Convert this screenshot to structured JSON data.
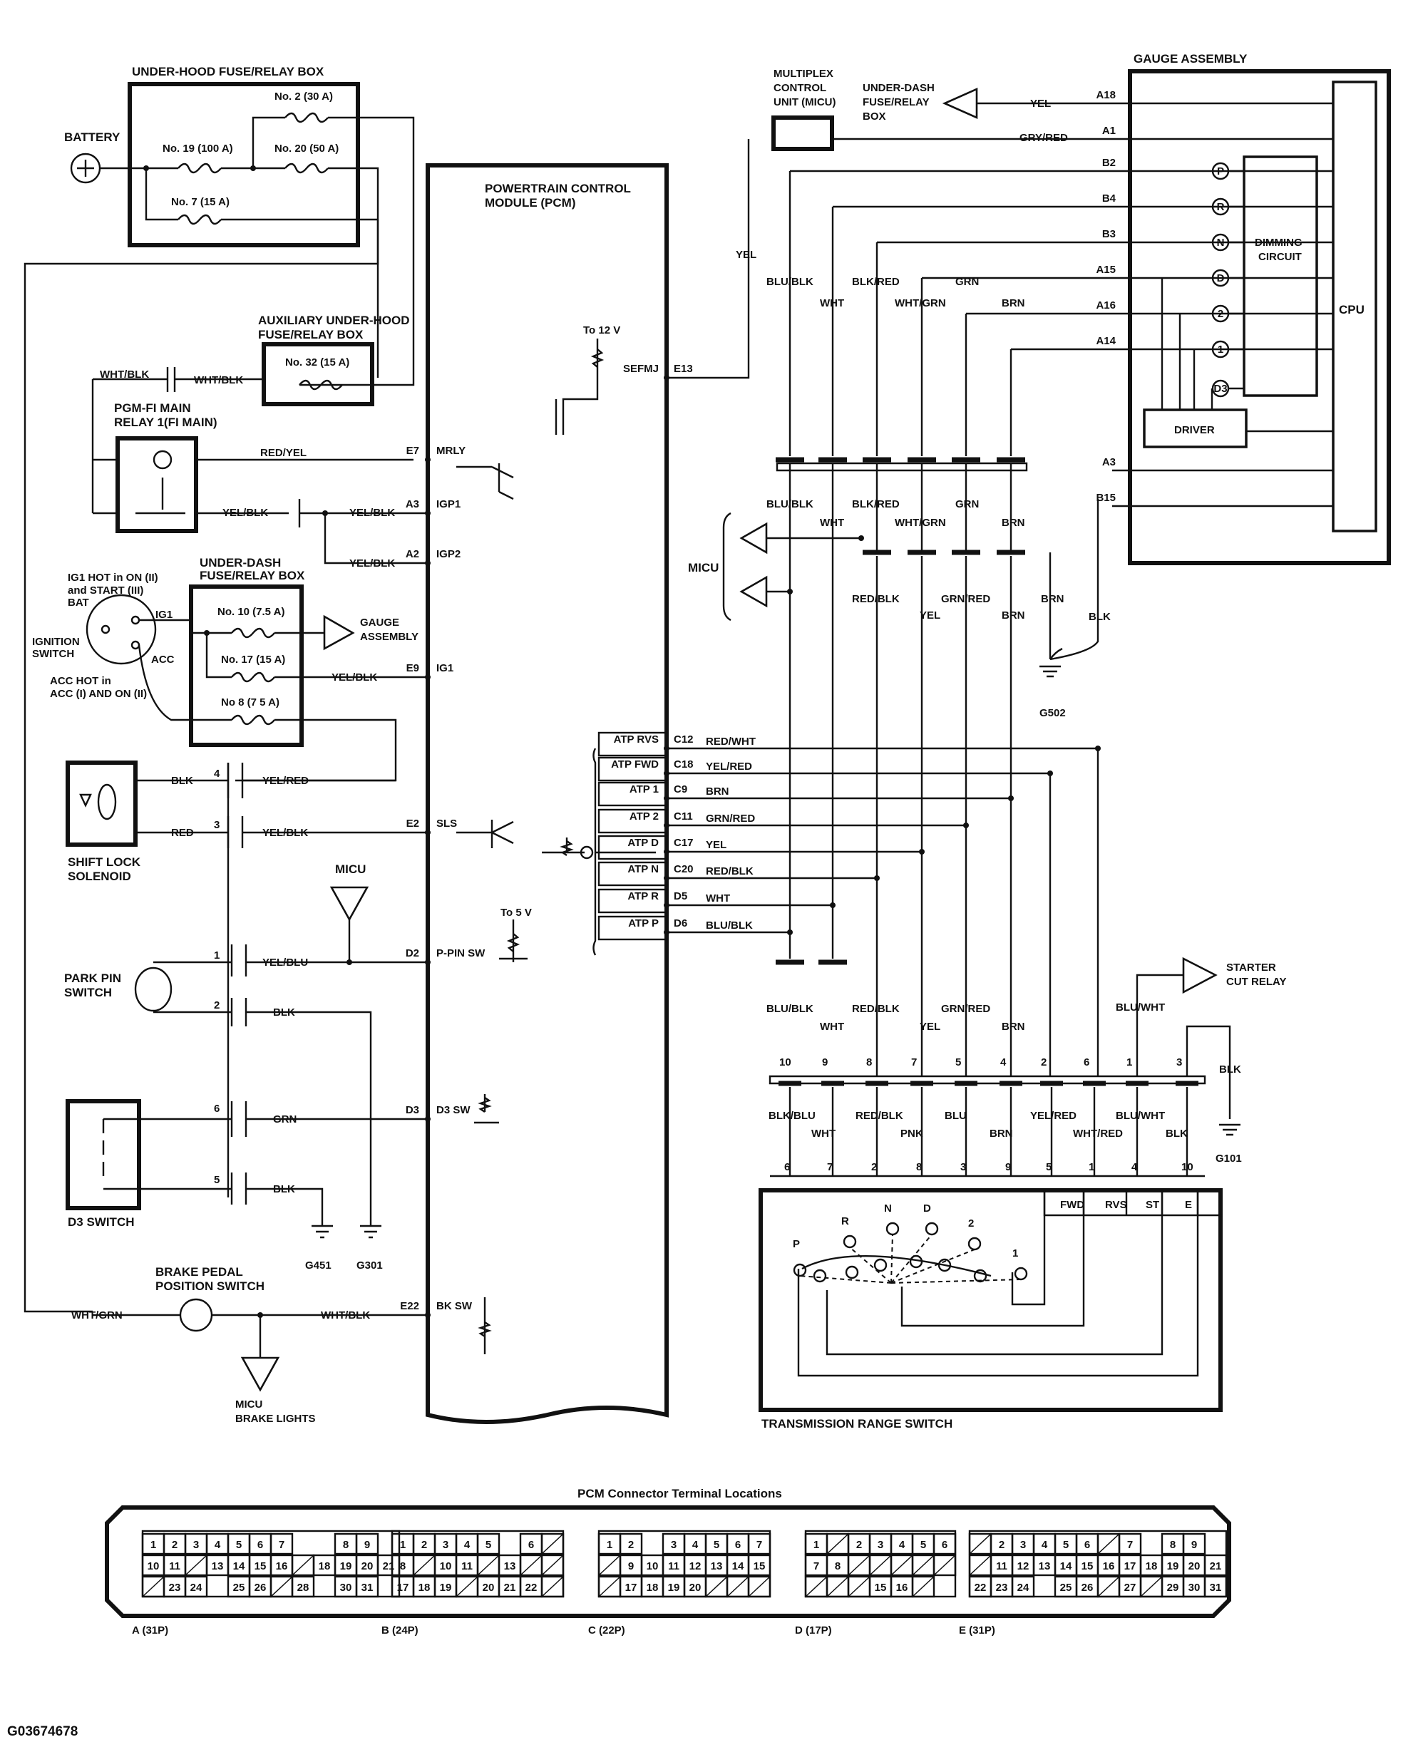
{
  "components": {
    "under_hood_box": "UNDER-HOOD FUSE/RELAY BOX",
    "battery": "BATTERY",
    "fuse_no2": "No. 2 (30 A)",
    "fuse_no19": "No. 19 (100 A)",
    "fuse_no20": "No. 20 (50 A)",
    "fuse_no7": "No. 7 (15 A)",
    "aux_box_1": "AUXILIARY UNDER-HOOD",
    "aux_box_2": "FUSE/RELAY BOX",
    "fuse_no32": "No. 32 (15 A)",
    "pgm_1": "PGM-FI MAIN",
    "pgm_2": "RELAY 1(FI MAIN)",
    "ig_hot_1": "IG1 HOT in ON (II)",
    "ig_hot_2": "and START (III)",
    "bat": "BAT",
    "ig1": "IG1",
    "acc": "ACC",
    "ignition_1": "IGNITION",
    "ignition_2": "SWITCH",
    "acc_hot_1": "ACC HOT in",
    "acc_hot_2": "ACC (I) AND ON (II)",
    "under_dash_1": "UNDER-DASH",
    "under_dash_2": "FUSE/RELAY BOX",
    "fuse_no10": "No. 10 (7.5 A)",
    "fuse_no17": "No. 17 (15 A)",
    "fuse_no8": "No 8 (7 5 A)",
    "gauge_1": "GAUGE",
    "gauge_2": "ASSEMBLY",
    "shift_lock_1": "SHIFT LOCK",
    "shift_lock_2": "SOLENOID",
    "micu": "MICU",
    "park_pin_1": "PARK PIN",
    "park_pin_2": "SWITCH",
    "d3_switch": "D3 SWITCH",
    "g451": "G451",
    "g301": "G301",
    "brake_1": "BRAKE PEDAL",
    "brake_2": "POSITION SWITCH",
    "micu_brake_1": "MICU",
    "micu_brake_2": "BRAKE LIGHTS",
    "pcm_1": "POWERTRAIN CONTROL",
    "pcm_2": "MODULE (PCM)",
    "to12v": "To 12 V",
    "to5v": "To 5 V",
    "micu_box_1": "MULTIPLEX",
    "micu_box_2": "CONTROL",
    "micu_box_3": "UNIT (MICU)",
    "udash_r1": "UNDER-DASH",
    "udash_r2": "FUSE/RELAY",
    "udash_r3": "BOX",
    "gauge_assembly": "GAUGE ASSEMBLY",
    "dimming_1": "DIMMING",
    "dimming_2": "CIRCUIT",
    "cpu": "CPU",
    "driver": "DRIVER",
    "g502": "G502",
    "starter_1": "STARTER",
    "starter_2": "CUT RELAY",
    "g101": "G101",
    "trs": "TRANSMISSION RANGE SWITCH",
    "micu_mid": "MICU"
  },
  "pcm_pins_left": [
    {
      "pin": "E7",
      "name": "MRLY"
    },
    {
      "pin": "A3",
      "name": "IGP1"
    },
    {
      "pin": "A2",
      "name": "IGP2"
    },
    {
      "pin": "E9",
      "name": "IG1"
    },
    {
      "pin": "E2",
      "name": "SLS"
    },
    {
      "pin": "D2",
      "name": "P-PIN SW"
    },
    {
      "pin": "D3",
      "name": "D3 SW"
    },
    {
      "pin": "E22",
      "name": "BK SW"
    }
  ],
  "pcm_pins_right": [
    {
      "pin": "E13",
      "name": "SEFMJ"
    },
    {
      "pin": "C12",
      "name": "ATP RVS"
    },
    {
      "pin": "C18",
      "name": "ATP FWD"
    },
    {
      "pin": "C9",
      "name": "ATP 1"
    },
    {
      "pin": "C11",
      "name": "ATP 2"
    },
    {
      "pin": "C17",
      "name": "ATP D"
    },
    {
      "pin": "C20",
      "name": "ATP N"
    },
    {
      "pin": "D5",
      "name": "ATP R"
    },
    {
      "pin": "D6",
      "name": "ATP P"
    }
  ],
  "atp_wires": [
    "RED/WHT",
    "YEL/RED",
    "BRN",
    "GRN/RED",
    "YEL",
    "RED/BLK",
    "WHT",
    "BLU/BLK"
  ],
  "wire_labels_left": {
    "wht_blk_a": "WHT/BLK",
    "wht_blk_b": "WHT/BLK",
    "red_yel": "RED/YEL",
    "yel_blk_a": "YEL/BLK",
    "yel_blk_b": "YEL/BLK",
    "yel_blk_c": "YEL/BLK",
    "yel_blk_d": "YEL/BLK",
    "blk_4": "BLK",
    "yel_red_4": "YEL/RED",
    "red_3": "RED",
    "yel_blk_3": "YEL/BLK",
    "yel_blu": "YEL/BLU",
    "blk_2": "BLK",
    "grn_6": "GRN",
    "blk_5": "BLK",
    "wht_grn": "WHT/GRN",
    "wht_blk_bk": "WHT/BLK"
  },
  "wire_labels_right": {
    "yel_top": "YEL",
    "gry_red": "GRY/RED",
    "yel_vert": "YEL",
    "brn_g502": "BRN",
    "blk_g502": "BLK",
    "blu_wht": "BLU/WHT",
    "blk_g101": "BLK"
  },
  "gauge_pins": [
    "A18",
    "A1",
    "B2",
    "B4",
    "B3",
    "A15",
    "A16",
    "A14",
    "A3",
    "B15"
  ],
  "gauge_indicators": [
    "P",
    "R",
    "N",
    "D",
    "2",
    "1",
    "D3"
  ],
  "gauge_wires_top": [
    "BLU/BLK",
    "WHT",
    "BLK/RED",
    "WHT/GRN",
    "GRN",
    "BRN"
  ],
  "gauge_wires_mid": [
    "BLU/BLK",
    "WHT",
    "BLK/RED",
    "WHT/GRN",
    "GRN",
    "BRN"
  ],
  "micu_wires": [
    "RED/BLK",
    "YEL",
    "GRN/RED",
    "BRN"
  ],
  "trs_upper_labels": [
    "BLU/BLK",
    "WHT",
    "RED/BLK",
    "YEL",
    "GRN/RED",
    "BRN"
  ],
  "trs_connector_pins": [
    "10",
    "9",
    "8",
    "7",
    "5",
    "4",
    "2",
    "6",
    "1",
    "3"
  ],
  "trs_lower_wires": [
    "BLK/BLU",
    "WHT",
    "RED/BLK",
    "PNK",
    "BLU",
    "BRN",
    "YEL/RED",
    "WHT/RED",
    "BLU/WHT",
    "BLK"
  ],
  "trs_lower_pins": [
    "6",
    "7",
    "2",
    "8",
    "3",
    "9",
    "5",
    "1",
    "4",
    "10"
  ],
  "trs_terminals": [
    "FWD",
    "RVS",
    "ST",
    "E"
  ],
  "trs_positions": [
    "P",
    "R",
    "N",
    "D",
    "2",
    "1"
  ],
  "connector_pins_left": [
    "4",
    "3",
    "1",
    "2",
    "6",
    "5"
  ],
  "pcm_connector": {
    "title": "PCM Connector Terminal Locations",
    "connectors": [
      {
        "label": "A (31P)",
        "rows": [
          [
            "1",
            "2",
            "3",
            "4",
            "5",
            "6",
            "7",
            "",
            "",
            "8",
            "9"
          ],
          [
            "10",
            "11",
            "/",
            "13",
            "14",
            "15",
            "16",
            "/",
            "18",
            "19",
            "20",
            "21"
          ],
          [
            "/",
            "23",
            "24",
            "",
            "25",
            "26",
            "/",
            "28",
            "",
            "30",
            "31"
          ]
        ]
      },
      {
        "label": "B (24P)",
        "rows": [
          [
            "1",
            "2",
            "3",
            "4",
            "5",
            "",
            "6",
            "/"
          ],
          [
            "8",
            "/",
            "10",
            "11",
            "/",
            "13",
            "/",
            "/"
          ],
          [
            "17",
            "18",
            "19",
            "/",
            "20",
            "21",
            "22",
            "/"
          ]
        ]
      },
      {
        "label": "C (22P)",
        "rows": [
          [
            "1",
            "2",
            "",
            "3",
            "4",
            "5",
            "6",
            "7"
          ],
          [
            "/",
            "9",
            "10",
            "11",
            "12",
            "13",
            "14",
            "15"
          ],
          [
            "/",
            "17",
            "18",
            "19",
            "20",
            "/",
            "/",
            "/"
          ]
        ]
      },
      {
        "label": "D (17P)",
        "rows": [
          [
            "1",
            "/",
            "2",
            "3",
            "4",
            "5",
            "6"
          ],
          [
            "7",
            "8",
            "/",
            "/",
            "/",
            "/",
            "/"
          ],
          [
            "/",
            "/",
            "/",
            "15",
            "16",
            "/"
          ]
        ]
      },
      {
        "label": "E (31P)",
        "rows": [
          [
            "/",
            "2",
            "3",
            "4",
            "5",
            "6",
            "/",
            "7",
            "",
            "8",
            "9"
          ],
          [
            "/",
            "11",
            "12",
            "13",
            "14",
            "15",
            "16",
            "17",
            "18",
            "19",
            "20",
            "21"
          ],
          [
            "22",
            "23",
            "24",
            "",
            "25",
            "26",
            "/",
            "27",
            "/",
            "29",
            "30",
            "31"
          ]
        ]
      }
    ]
  },
  "doc_id": "G03674678"
}
